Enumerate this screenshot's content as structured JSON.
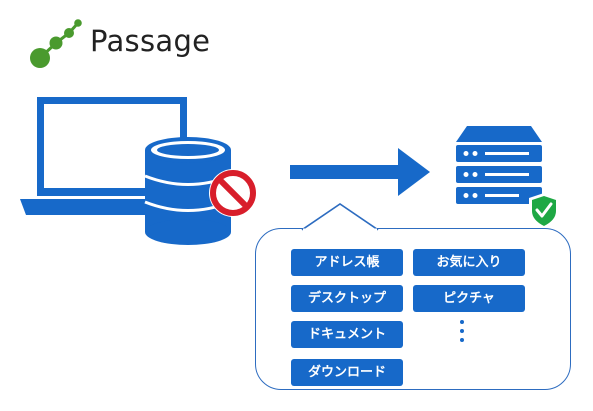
{
  "logo": {
    "text": "Passage",
    "color": "#4a9a2e"
  },
  "colors": {
    "primary_blue": "#1769c9",
    "block_red": "#d81e2b",
    "check_green": "#1ea844",
    "text_white": "#ffffff"
  },
  "folders": [
    {
      "label": "アドレス帳"
    },
    {
      "label": "お気に入り"
    },
    {
      "label": "デスクトップ"
    },
    {
      "label": "ピクチャ"
    },
    {
      "label": "ドキュメント"
    },
    {
      "label": "ダウンロード"
    }
  ]
}
